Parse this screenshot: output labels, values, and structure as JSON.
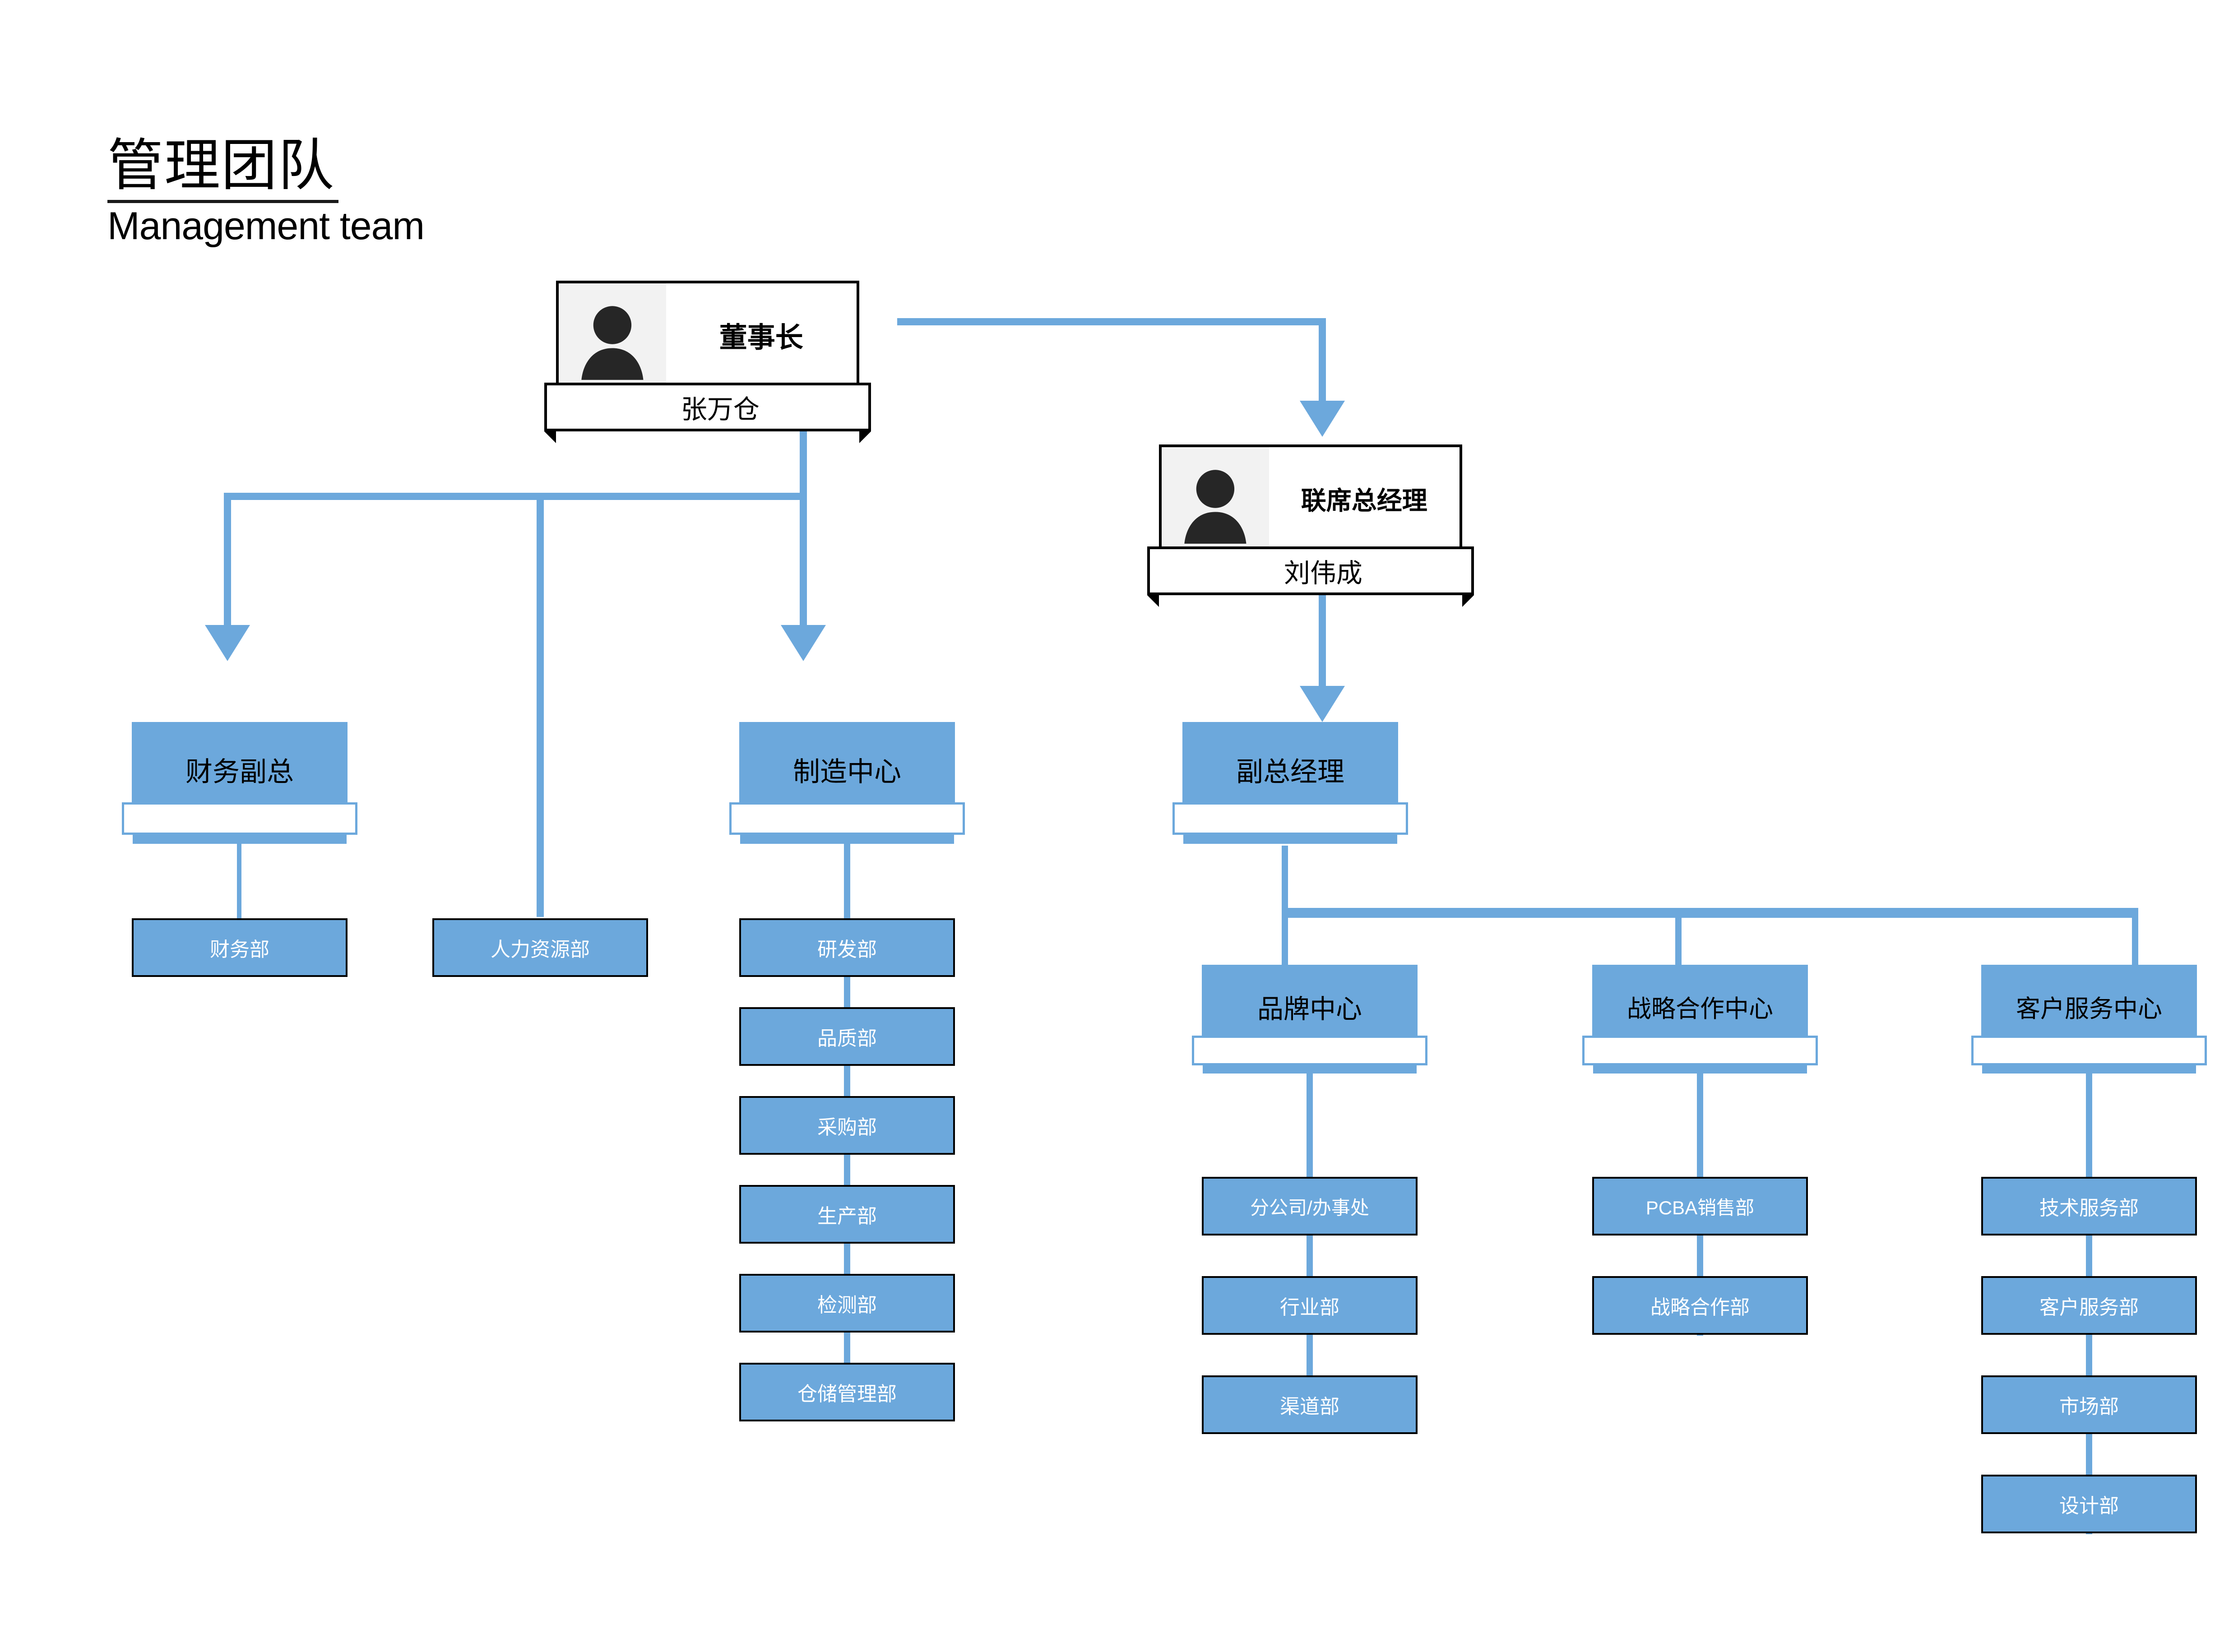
{
  "header": {
    "title_cn": "管理团队",
    "title_en": "Management team"
  },
  "colors": {
    "accent_blue": "#6CA8DC",
    "box_border": "#000000",
    "dept_text": "#ffffff",
    "head_text": "#000000",
    "avatar_bg": "#f2f2f2",
    "page_bg": "#ffffff"
  },
  "chart_data": {
    "type": "org-chart",
    "title": "管理团队 / Management team",
    "nodes": [
      {
        "id": "chairman",
        "label": "董事长",
        "person": "张万仓",
        "style": "person-card",
        "level": 0
      },
      {
        "id": "cogm",
        "label": "联席总经理",
        "person": "刘伟成",
        "style": "person-card",
        "level": 1
      },
      {
        "id": "cfo",
        "label": "财务副总",
        "style": "head-box",
        "level": 2
      },
      {
        "id": "mfg",
        "label": "制造中心",
        "style": "head-box",
        "level": 2
      },
      {
        "id": "vgm",
        "label": "副总经理",
        "style": "head-box",
        "level": 2
      },
      {
        "id": "brand",
        "label": "品牌中心",
        "style": "head-box",
        "level": 3
      },
      {
        "id": "strategy",
        "label": "战略合作中心",
        "style": "head-box",
        "level": 3
      },
      {
        "id": "service",
        "label": "客户服务中心",
        "style": "head-box",
        "level": 3
      },
      {
        "id": "hr",
        "label": "人力资源部",
        "style": "dept-box",
        "level": 3
      }
    ],
    "edges": [
      {
        "from": "chairman",
        "to": "cogm",
        "arrow": true
      },
      {
        "from": "chairman",
        "to": "cfo",
        "arrow": true
      },
      {
        "from": "chairman",
        "to": "hr",
        "arrow": false
      },
      {
        "from": "chairman",
        "to": "mfg",
        "arrow": true
      },
      {
        "from": "cogm",
        "to": "vgm",
        "arrow": true
      },
      {
        "from": "vgm",
        "to": "brand",
        "arrow": true
      },
      {
        "from": "vgm",
        "to": "strategy",
        "arrow": true
      },
      {
        "from": "vgm",
        "to": "service",
        "arrow": true
      }
    ]
  },
  "nodes": {
    "chairman": {
      "title": "董事长",
      "name": "张万仓",
      "avatar_icon": "person-avatar-icon"
    },
    "cogm": {
      "title": "联席总经理",
      "name": "刘伟成",
      "avatar_icon": "person-avatar-icon"
    },
    "cfo": {
      "title": "财务副总"
    },
    "mfg": {
      "title": "制造中心"
    },
    "vgm": {
      "title": "副总经理"
    },
    "brand": {
      "title": "品牌中心"
    },
    "strategy": {
      "title": "战略合作中心"
    },
    "service": {
      "title": "客户服务中心"
    }
  },
  "columns": {
    "finance": {
      "head": "财务副总",
      "departments": [
        "财务部"
      ]
    },
    "hr": {
      "head": "",
      "departments": [
        "人力资源部"
      ]
    },
    "manufacturing": {
      "head": "制造中心",
      "departments": [
        "研发部",
        "品质部",
        "采购部",
        "生产部",
        "检测部",
        "仓储管理部"
      ]
    },
    "brand": {
      "head": "品牌中心",
      "departments": [
        "分公司/办事处",
        "行业部",
        "渠道部"
      ]
    },
    "strategy": {
      "head": "战略合作中心",
      "departments": [
        "PCBA销售部",
        "战略合作部"
      ]
    },
    "service": {
      "head": "客户服务中心",
      "departments": [
        "技术服务部",
        "客户服务部",
        "市场部",
        "设计部"
      ]
    }
  }
}
